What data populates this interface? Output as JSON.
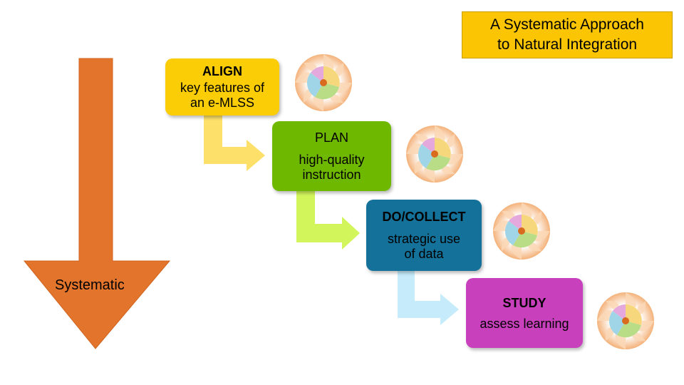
{
  "title": {
    "line1": "A Systematic Approach",
    "line2": "to Natural Integration"
  },
  "axis_label": "Systematic",
  "steps": [
    {
      "heading": "ALIGN",
      "line1": "key features of",
      "line2": "an e-MLSS",
      "color": "#fbcd07"
    },
    {
      "heading": "PLAN",
      "line1": "high-quality",
      "line2": "instruction",
      "color": "#6fb800"
    },
    {
      "heading": "DO/COLLECT",
      "line1": "strategic use",
      "line2": "of data",
      "color": "#14719a"
    },
    {
      "heading": "STUDY",
      "line1": "assess learning",
      "color": "#c940bd"
    }
  ],
  "colors": {
    "title_bg": "#fbc503",
    "down_arrow": "#e2742b",
    "connector_align": "#fde06a",
    "connector_plan": "#d2f55b",
    "connector_do": "#c6ecfb"
  },
  "icons": [
    "cycle-wheel-icon",
    "cycle-wheel-icon",
    "cycle-wheel-icon",
    "cycle-wheel-icon"
  ]
}
